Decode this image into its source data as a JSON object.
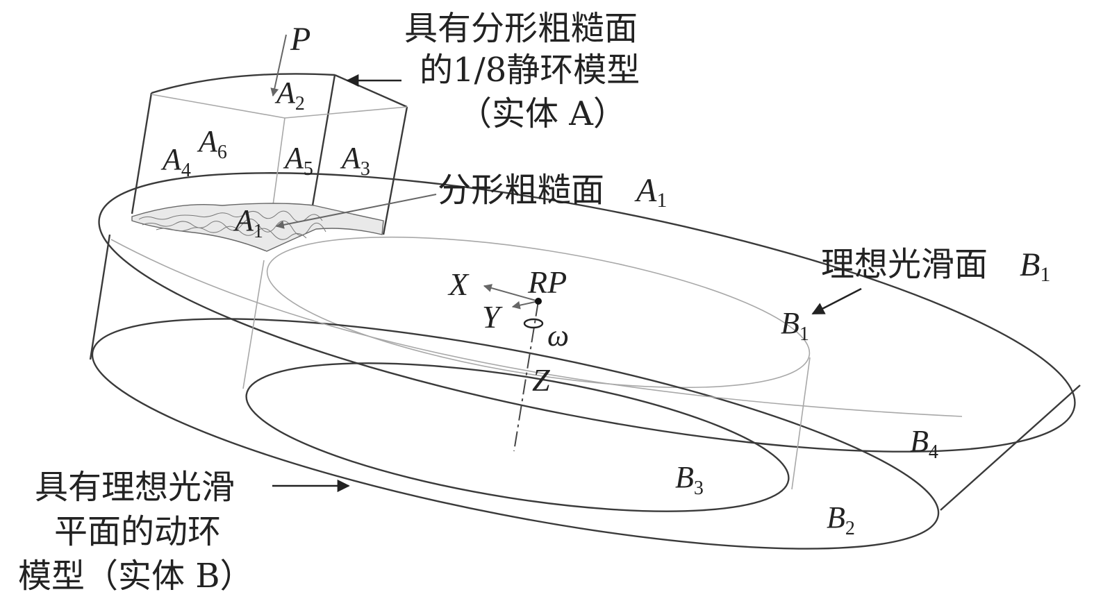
{
  "labels": {
    "static_ring": {
      "line1": "具有分形粗糙面",
      "line2": "的1/8静环模型",
      "line3": "（实体 A）"
    },
    "fractal_surface": "分形粗糙面",
    "smooth_surface": "理想光滑面",
    "moving_ring": {
      "line1": "具有理想光滑",
      "line2": "平面的动环",
      "line3": "模型（实体 B）"
    }
  },
  "symbols": {
    "load": "P",
    "ref_point": "RP",
    "axis_x": "X",
    "axis_y": "Y",
    "axis_z": "Z",
    "omega": "ω"
  },
  "faces": {
    "A1": {
      "base": "A",
      "sub": "1"
    },
    "A2": {
      "base": "A",
      "sub": "2"
    },
    "A3": {
      "base": "A",
      "sub": "3"
    },
    "A4": {
      "base": "A",
      "sub": "4"
    },
    "A5": {
      "base": "A",
      "sub": "5"
    },
    "A6": {
      "base": "A",
      "sub": "6"
    },
    "B1": {
      "base": "B",
      "sub": "1"
    },
    "B2": {
      "base": "B",
      "sub": "2"
    },
    "B3": {
      "base": "B",
      "sub": "3"
    },
    "B4": {
      "base": "B",
      "sub": "4"
    }
  },
  "colors": {
    "edge_dark": "#3a3a3a",
    "edge_light": "#a8a8a8",
    "text": "#222222"
  }
}
